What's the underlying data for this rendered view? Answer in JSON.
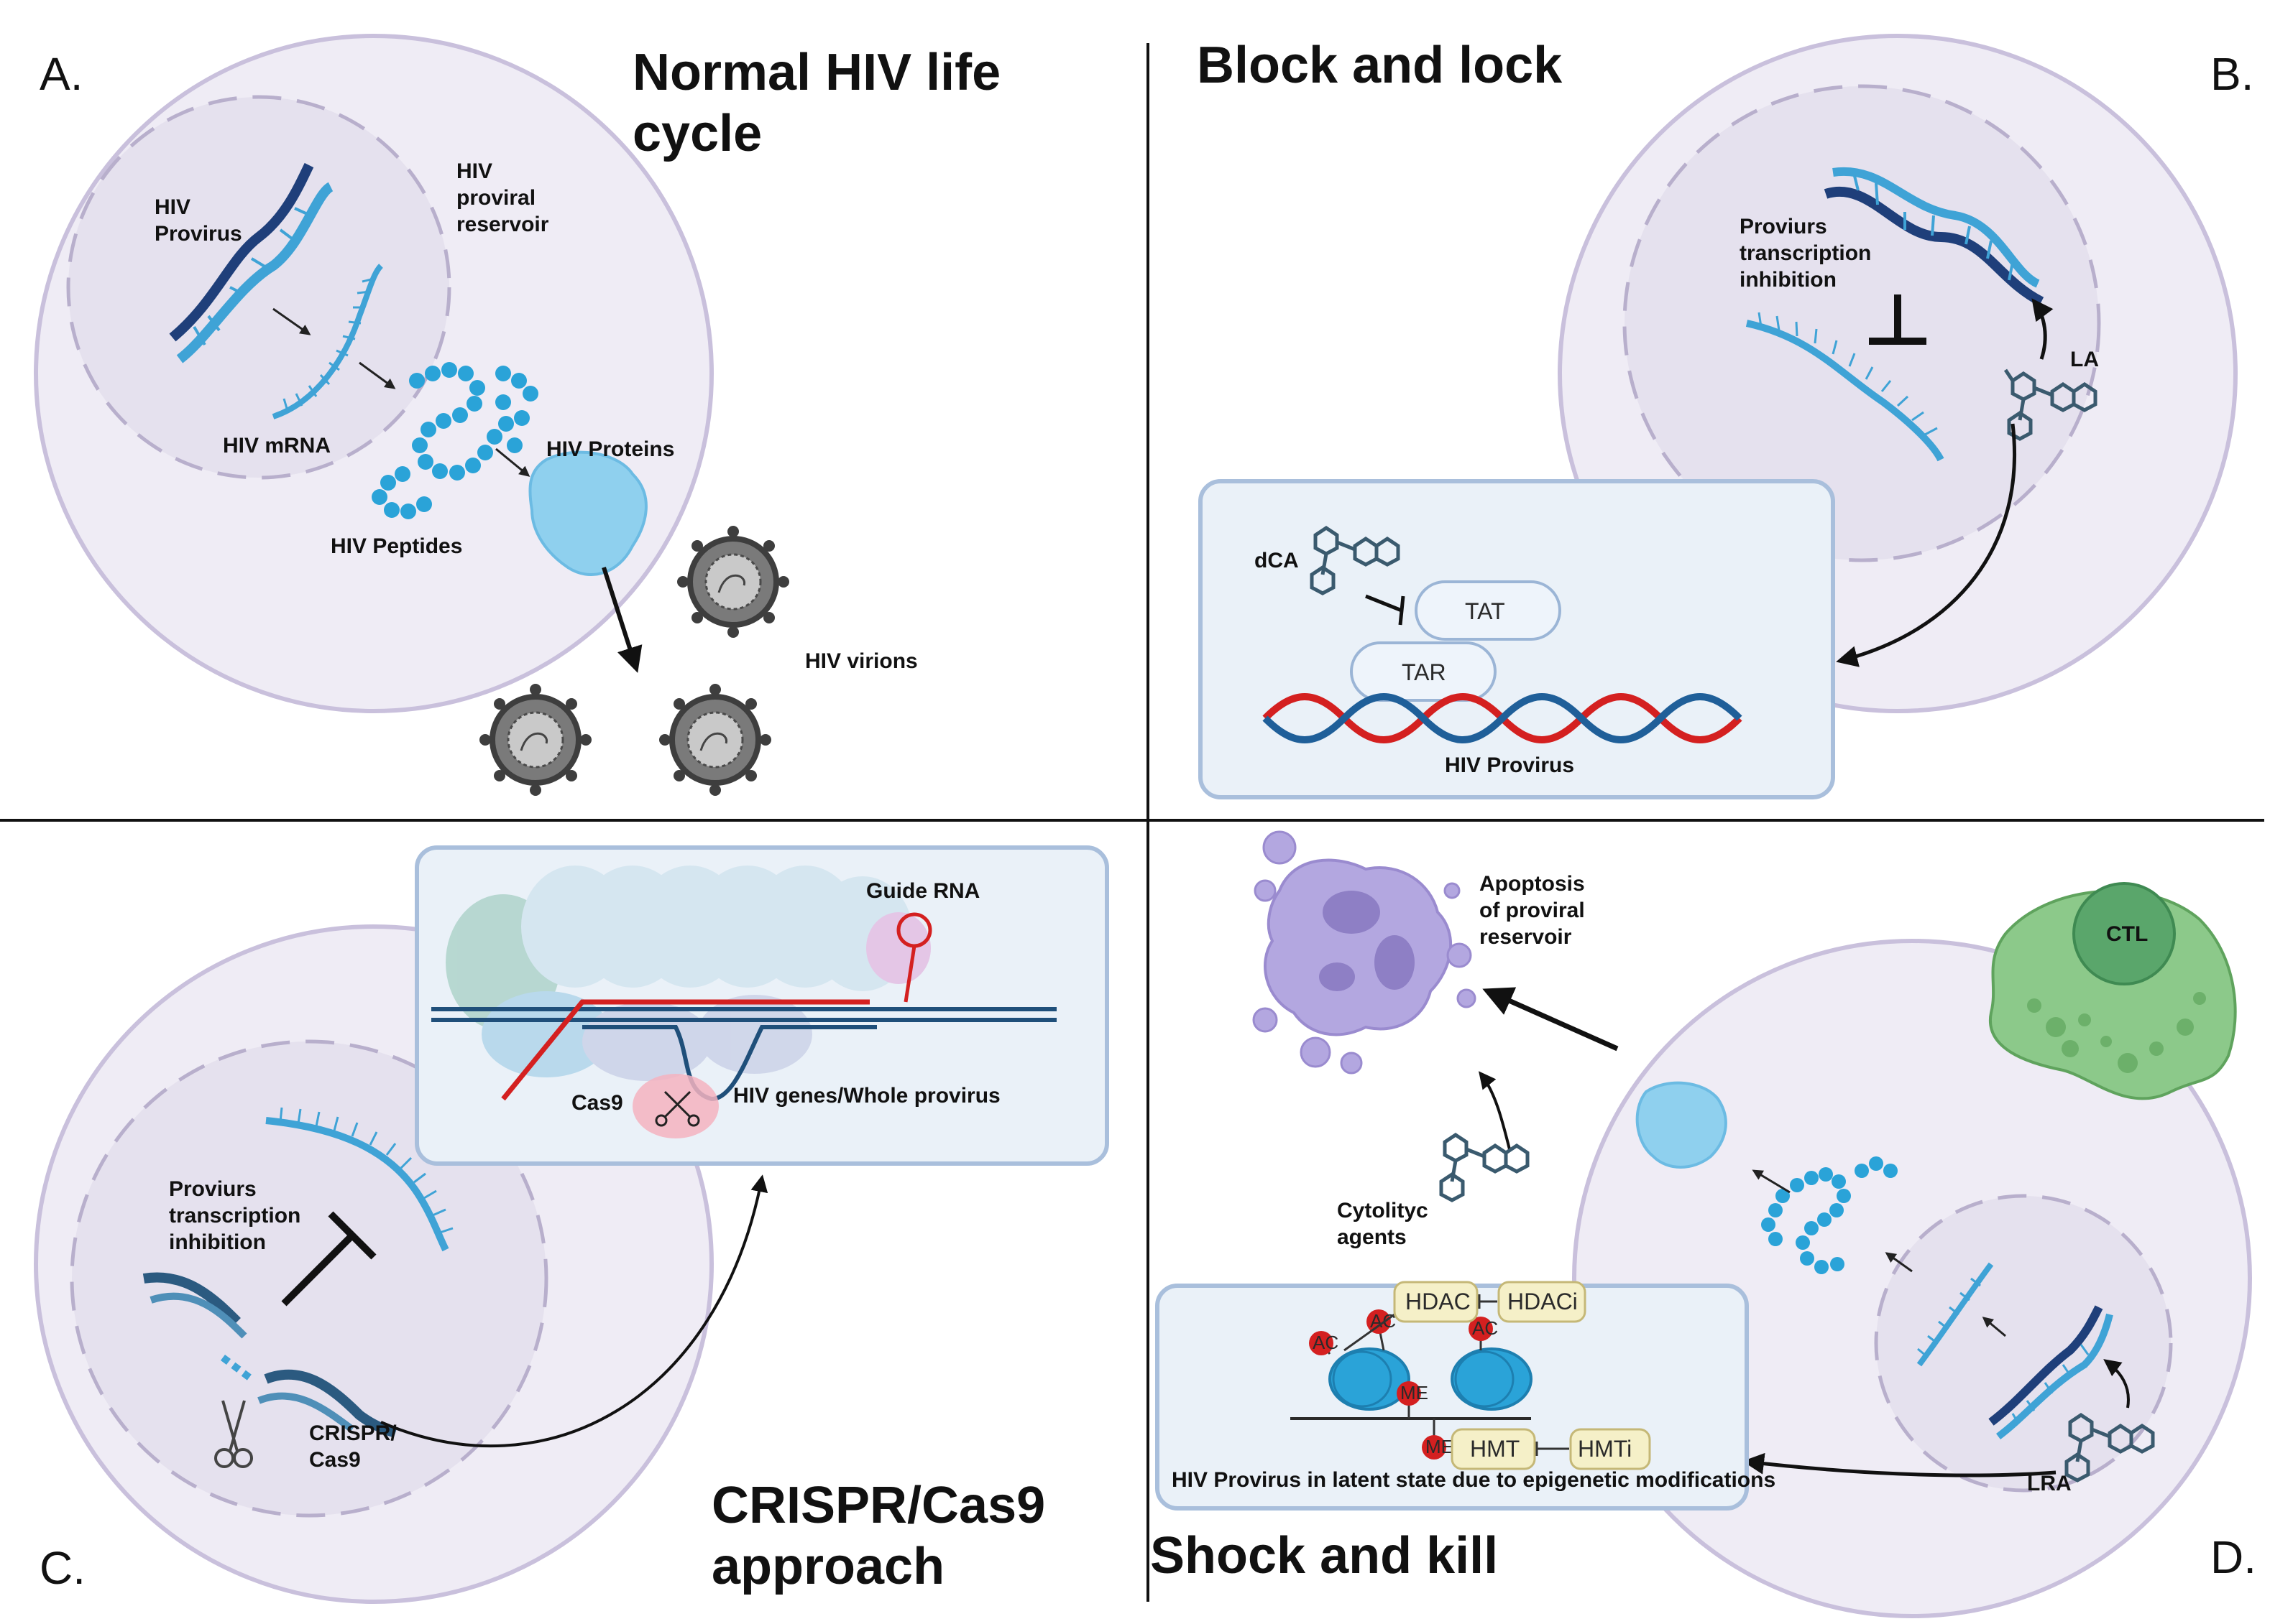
{
  "panels": {
    "a": {
      "letter": "A.",
      "title_line1": "Normal HIV life",
      "title_line2": "cycle",
      "provirus_line1": "HIV",
      "provirus_line2": "Provirus",
      "reservoir_line1": "HIV",
      "reservoir_line2": "proviral",
      "reservoir_line3": "reservoir",
      "mrna": "HIV mRNA",
      "peptides": "HIV Peptides",
      "proteins": "HIV Proteins",
      "virions": "HIV virions"
    },
    "b": {
      "letter": "B.",
      "title": "Block and lock",
      "inhibition_line1": "Proviurs",
      "inhibition_line2": "transcription",
      "inhibition_line3": "inhibition",
      "la": "LA",
      "dca": "dCA",
      "tat": "TAT",
      "tar": "TAR",
      "provirus": "HIV Provirus"
    },
    "c": {
      "letter": "C.",
      "title_line1": "CRISPR/Cas9",
      "title_line2": "approach",
      "inhibition_line1": "Proviurs",
      "inhibition_line2": "transcription",
      "inhibition_line3": "inhibition",
      "crispr_line1": "CRISPR/",
      "crispr_line2": "Cas9",
      "guide_rna": "Guide RNA",
      "cas9": "Cas9",
      "genes": "HIV genes/Whole provirus"
    },
    "d": {
      "letter": "D.",
      "title": "Shock and kill",
      "apoptosis_line1": "Apoptosis",
      "apoptosis_line2": "of proviral",
      "apoptosis_line3": "reservoir",
      "ctl": "CTL",
      "cytolytic_line1": "Cytolityc",
      "cytolytic_line2": "agents",
      "hdac": "HDAC",
      "hdaci": "HDACi",
      "hmt": "HMT",
      "hmti": "HMTi",
      "ac": "AC",
      "me": "ME",
      "latent": "HIV Provirus in latent state due to epigenetic modifications",
      "lra": "LRA"
    }
  },
  "colors": {
    "cell_fill": "#efecf5",
    "cell_stroke": "#c9c0dc",
    "nucleus_fill": "#e5e1ee",
    "dna_dark": "#1f3f7a",
    "dna_light": "#3fa3d6",
    "peptide": "#2aa3d8",
    "box_fill": "#eaf1f8",
    "box_stroke": "#a9bfdc",
    "ctl_green": "#7cb87a",
    "apoptosis_purple": "#a99ad6",
    "mark_red": "#d42020",
    "tag_fill": "#f5f0c8"
  }
}
